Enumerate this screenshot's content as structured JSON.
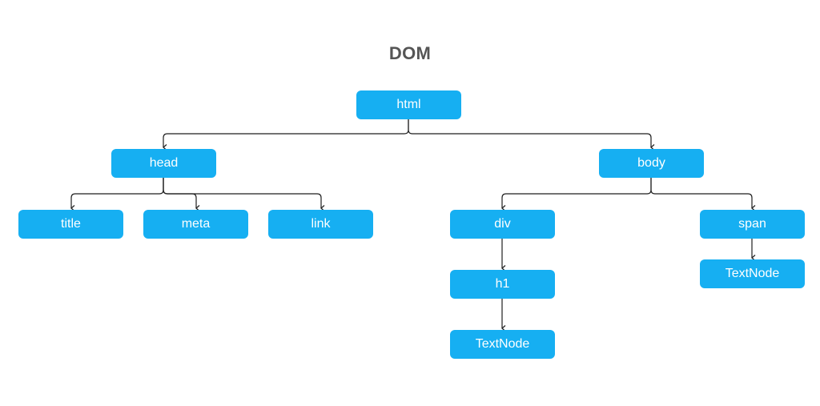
{
  "title": "DOM",
  "colors": {
    "node": "#16aff2",
    "node_text": "#ffffff",
    "edge": "#1f1f1f",
    "title": "#555555"
  },
  "nodes": {
    "html": "html",
    "head": "head",
    "body": "body",
    "title": "title",
    "meta": "meta",
    "link": "link",
    "div": "div",
    "span": "span",
    "h1": "h1",
    "textnode_h1": "TextNode",
    "textnode_span": "TextNode"
  }
}
